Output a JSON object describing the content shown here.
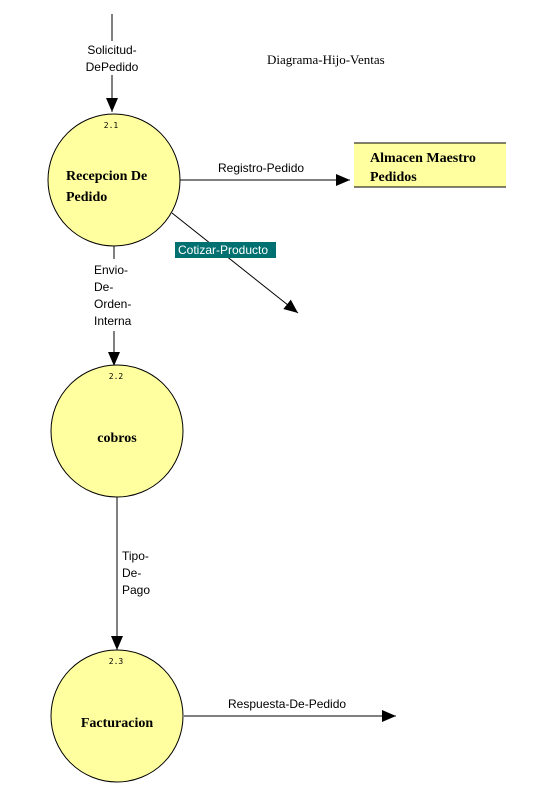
{
  "title": "Diagrama-Hijo-Ventas",
  "processes": [
    {
      "id": "2.1",
      "lines": [
        "Recepcion De",
        "Pedido"
      ]
    },
    {
      "id": "2.2",
      "lines": [
        "cobros"
      ]
    },
    {
      "id": "2.3",
      "lines": [
        "Facturacion"
      ]
    }
  ],
  "store": {
    "lines": [
      "Almacen Maestro",
      "Pedidos"
    ]
  },
  "flows": {
    "solicitud": [
      "Solicitud-",
      "DePedido"
    ],
    "registro": [
      "Registro-Pedido"
    ],
    "cotizar": [
      "Cotizar-Producto"
    ],
    "envio": [
      "Envio-",
      "De-",
      "Orden-",
      "Interna"
    ],
    "tipo": [
      "Tipo-",
      "De-",
      "Pago"
    ],
    "respuesta": [
      "Respuesta-De-Pedido"
    ]
  },
  "colors": {
    "process_fill": "#ffffa0",
    "store_fill": "#ffffa0",
    "line": "#000000",
    "highlight_bg": "#007070",
    "highlight_text": "#ffffff"
  }
}
